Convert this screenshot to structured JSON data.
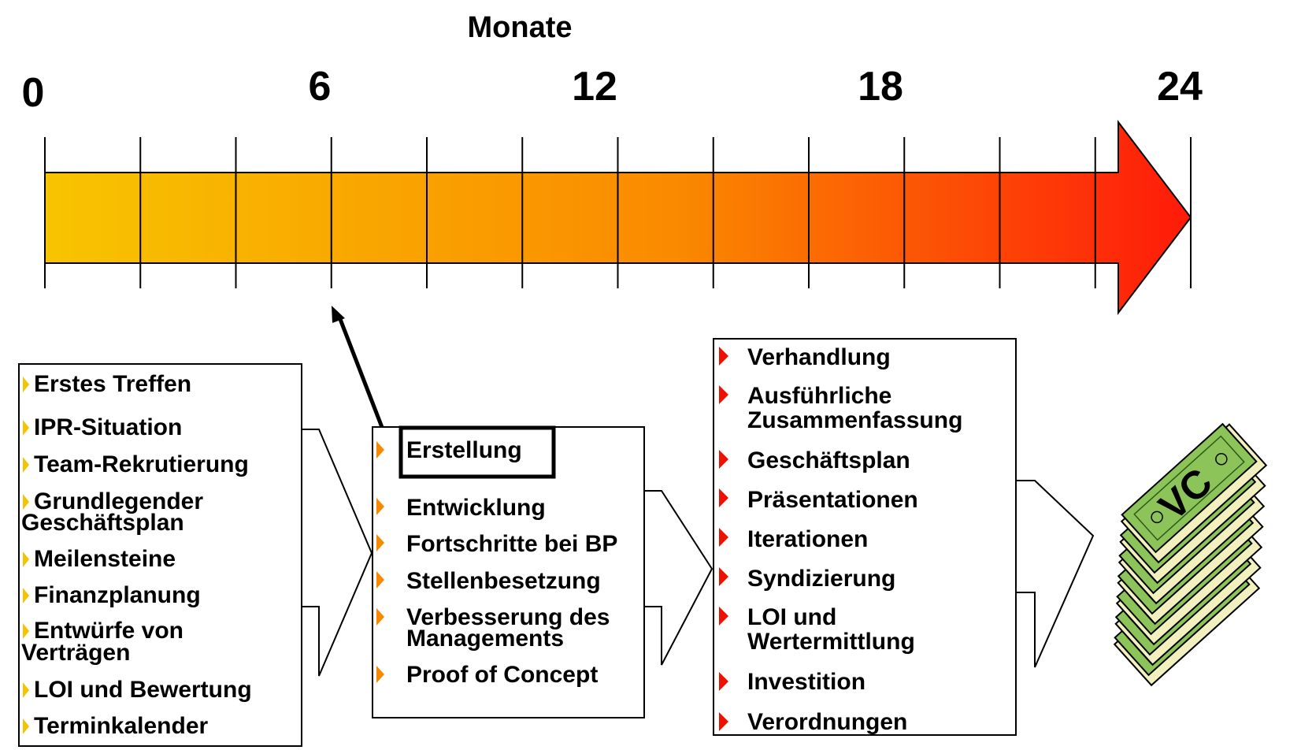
{
  "header": {
    "title": "Monate"
  },
  "timeline": {
    "ticks": [
      {
        "month": 0,
        "label": "0"
      },
      {
        "month": 6,
        "label": "6"
      },
      {
        "month": 12,
        "label": "12"
      },
      {
        "month": 18,
        "label": "18"
      },
      {
        "month": 24,
        "label": "24"
      }
    ],
    "gradient_start": "#f8c400",
    "gradient_mid": "#fa8a00",
    "gradient_end": "#ff1a0a"
  },
  "phase1": {
    "bullet_color": "#f5c400",
    "items": [
      {
        "lines": [
          "Erstes Treffen"
        ]
      },
      {
        "lines": [
          "IPR-Situation"
        ]
      },
      {
        "lines": [
          "Team-Rekrutierung"
        ]
      },
      {
        "lines": [
          "Grundlegender",
          "Geschäftsplan"
        ]
      },
      {
        "lines": [
          "Meilensteine"
        ]
      },
      {
        "lines": [
          "Finanzplanung"
        ]
      },
      {
        "lines": [
          "Entwürfe von",
          "Verträgen"
        ]
      },
      {
        "lines": [
          "LOI und Bewertung"
        ]
      },
      {
        "lines": [
          "Terminkalender"
        ]
      }
    ]
  },
  "phase2": {
    "bullet_color": "#f58a00",
    "items": [
      {
        "lines": [
          "Erstellung"
        ],
        "highlighted": true
      },
      {
        "lines": [
          "Entwicklung"
        ]
      },
      {
        "lines": [
          "Fortschritte bei BP"
        ]
      },
      {
        "lines": [
          "Stellenbesetzung"
        ]
      },
      {
        "lines": [
          "Verbesserung des",
          "Managements"
        ]
      },
      {
        "lines": [
          "Proof of Concept"
        ]
      }
    ]
  },
  "phase3": {
    "bullet_color": "#ee1100",
    "items": [
      {
        "lines": [
          "Verhandlung"
        ]
      },
      {
        "lines": [
          "Ausführliche",
          "Zusammenfassung"
        ]
      },
      {
        "lines": [
          "Geschäftsplan"
        ]
      },
      {
        "lines": [
          "Präsentationen"
        ]
      },
      {
        "lines": [
          "Iterationen"
        ]
      },
      {
        "lines": [
          "Syndizierung"
        ]
      },
      {
        "lines": [
          "LOI und",
          "Wertermittlung"
        ]
      },
      {
        "lines": [
          "Investition"
        ]
      },
      {
        "lines": [
          "Verordnungen"
        ]
      }
    ]
  },
  "money": {
    "label": "VC",
    "icon": "money-stack-icon",
    "bill_color": "#8cc45a"
  }
}
